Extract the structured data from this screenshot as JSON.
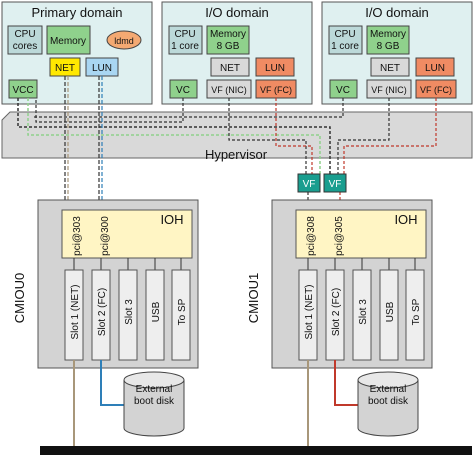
{
  "colors": {
    "domain_fill": "#dff0f0",
    "component_fill": "#bcd9d9",
    "memory_fill": "#8fd18c",
    "net_fill": "#ffe800",
    "lun_fill": "#a9d6f2",
    "vc_fill": "#8fd18c",
    "lun_fc_fill": "#f08b63",
    "hypervisor_fill": "#d9d9d9",
    "vf_fill": "#1a9e8f",
    "cmiou_fill": "#d3d3d3",
    "ioh_fill": "#fff5c4",
    "slot_fill": "#eeeeee",
    "link_blue": "#2e7fb8",
    "link_red": "#c0392b",
    "link_tan": "#a8977a"
  },
  "primary_domain": {
    "title": "Primary domain",
    "cpu": "CPU cores",
    "memory": "Memory",
    "ldmd": "ldmd",
    "net": "NET",
    "lun": "LUN",
    "vcc": "VCC"
  },
  "io_domain_1": {
    "title": "I/O domain",
    "cpu": "CPU 1 core",
    "memory": "Memory 8 GB",
    "net": "NET",
    "lun": "LUN",
    "vc": "VC",
    "vf_nic": "VF (NIC)",
    "vf_fc": "VF (FC)"
  },
  "io_domain_2": {
    "title": "I/O domain",
    "cpu": "CPU 1 core",
    "memory": "Memory 8 GB",
    "net": "NET",
    "lun": "LUN",
    "vc": "VC",
    "vf_nic": "VF (NIC)",
    "vf_fc": "VF (FC)"
  },
  "hypervisor": {
    "label": "Hypervisor",
    "vf_left": "VF",
    "vf_right": "VF"
  },
  "cmiou0": {
    "label": "CMIOU0",
    "ioh": "IOH",
    "pci_a": "pci@303",
    "pci_b": "pci@300",
    "slots": [
      "Slot 1 (NET)",
      "Slot 2 (FC)",
      "Slot 3",
      "USB",
      "To SP"
    ],
    "disk": "External boot disk"
  },
  "cmiou1": {
    "label": "CMIOU1",
    "ioh": "IOH",
    "pci_a": "pci@308",
    "pci_b": "pci@305",
    "slots": [
      "Slot 1 (NET)",
      "Slot 2 (FC)",
      "Slot 3",
      "USB",
      "To SP"
    ],
    "disk": "External boot disk"
  }
}
